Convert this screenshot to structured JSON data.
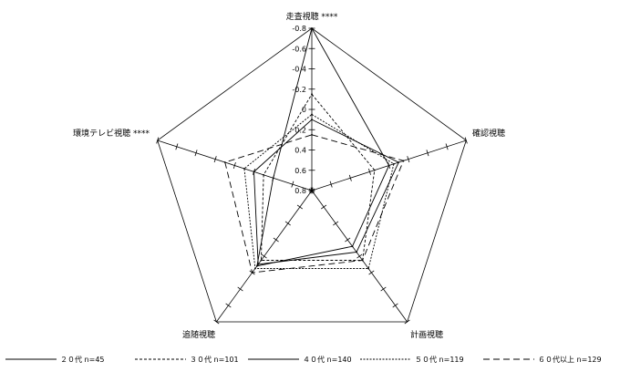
{
  "chart_data": {
    "type": "radar",
    "axes": [
      "走査視聴 ****",
      "確認視聴",
      "計画視聴",
      "追随視聴",
      "環境テレビ視聴 ****"
    ],
    "radial_range": [
      0.8,
      -0.8
    ],
    "tick_labels": [
      "0.8",
      "0.6",
      "0.4",
      "0.2",
      "0",
      "-0.2",
      "-0.4",
      "-0.6",
      "-0.8"
    ],
    "series": [
      {
        "name": "２０代 n=45",
        "dash": "solid",
        "values": [
          -0.8,
          0.0,
          0.12,
          -0.12,
          0.4
        ]
      },
      {
        "name": "３０代 n=101",
        "dash": "short",
        "values": [
          -0.15,
          0.15,
          -0.05,
          -0.05,
          0.3
        ]
      },
      {
        "name": "４０代 n=140",
        "dash": "solid",
        "values": [
          0.1,
          -0.1,
          0.05,
          -0.1,
          0.2
        ]
      },
      {
        "name": "５０代 n=119",
        "dash": "dotted",
        "values": [
          0.05,
          -0.05,
          -0.15,
          -0.15,
          0.1
        ]
      },
      {
        "name": "６０代以上 n=129",
        "dash": "long",
        "values": [
          0.25,
          -0.15,
          -0.05,
          -0.2,
          -0.1
        ]
      }
    ]
  }
}
